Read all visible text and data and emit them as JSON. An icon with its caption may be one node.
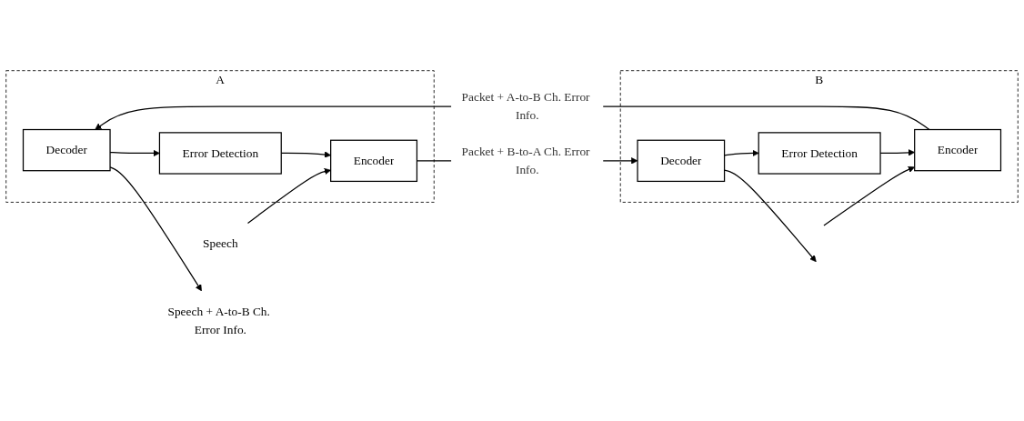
{
  "diagram": {
    "nodes": [
      {
        "text": [
          "A"
        ]
      },
      {
        "text": [
          "Decoder"
        ],
        "in": 0
      },
      {
        "text": [
          "Error Detection"
        ],
        "in": 0
      },
      {
        "text": [
          "Encoder"
        ],
        "in": 0
      },
      {
        "text": [
          "B"
        ]
      },
      {
        "text": [
          "Encoder"
        ],
        "in": 4
      },
      {
        "text": [
          "Error Detection"
        ],
        "in": 4
      },
      {
        "text": [
          "Decoder"
        ],
        "in": 4
      },
      {
        "text": [
          "Speech + A-to-B Ch. Error Info."
        ]
      },
      {
        "text": [
          "Speech"
        ]
      }
    ],
    "edges": [
      {
        "from": 1,
        "to": 8,
        "arrow": "to"
      },
      {
        "from": 1,
        "to": 2,
        "arrow": "to"
      },
      {
        "from": 2,
        "to": 3,
        "arrow": "to"
      },
      {
        "from": 9,
        "to": 3,
        "arrow": "to"
      },
      {
        "from": 3,
        "to": 7,
        "arrow": "to",
        "label": "Packet + B-to-A Ch. Error Info."
      },
      {
        "from": 7,
        "to": null,
        "arrow": "to"
      },
      {
        "from": 7,
        "to": 6,
        "arrow": "to"
      },
      {
        "from": 6,
        "to": 5,
        "arrow": "to"
      },
      {
        "from": null,
        "to": 5,
        "arrow": "to"
      },
      {
        "from": 5,
        "to": 1,
        "arrow": "to",
        "label": "Packet + A-to-B Ch. Error Info."
      }
    ]
  }
}
